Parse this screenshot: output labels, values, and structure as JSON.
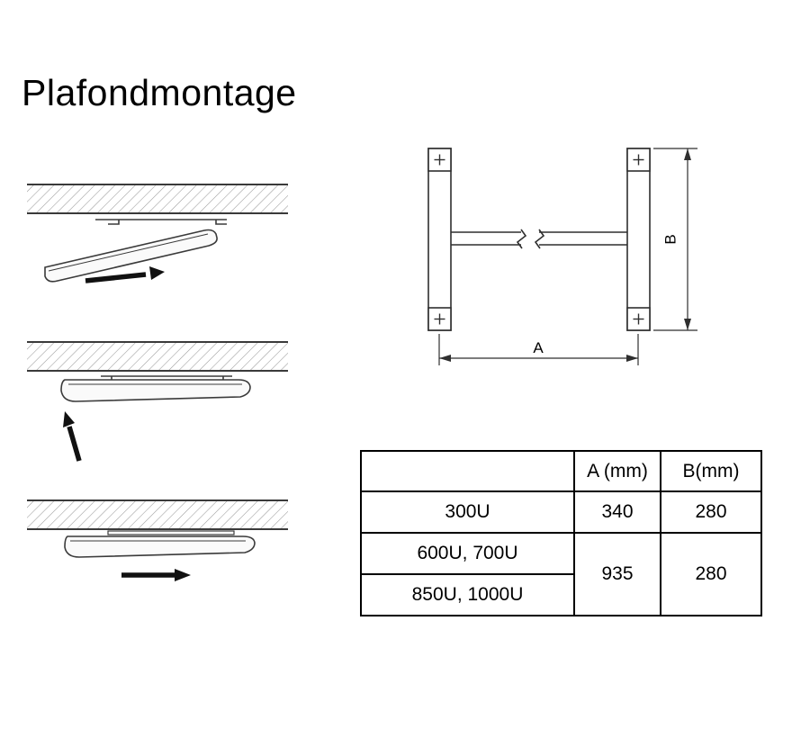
{
  "page": {
    "title": "Plafondmontage",
    "background_color": "#ffffff",
    "ink_color": "#000000",
    "line_color": "#2f2f2f",
    "hatch_color": "#9b9b9b"
  },
  "drawing": {
    "dim_a": "A",
    "dim_b": "B",
    "screw_symbol": "+"
  },
  "table": {
    "col_headers": [
      "A (mm)",
      "B(mm)"
    ],
    "rows": [
      {
        "model": "300U",
        "a": "340",
        "b": "280"
      },
      {
        "model": "600U, 700U",
        "a": "935",
        "b": "280"
      },
      {
        "model": "850U, 1000U"
      }
    ]
  }
}
